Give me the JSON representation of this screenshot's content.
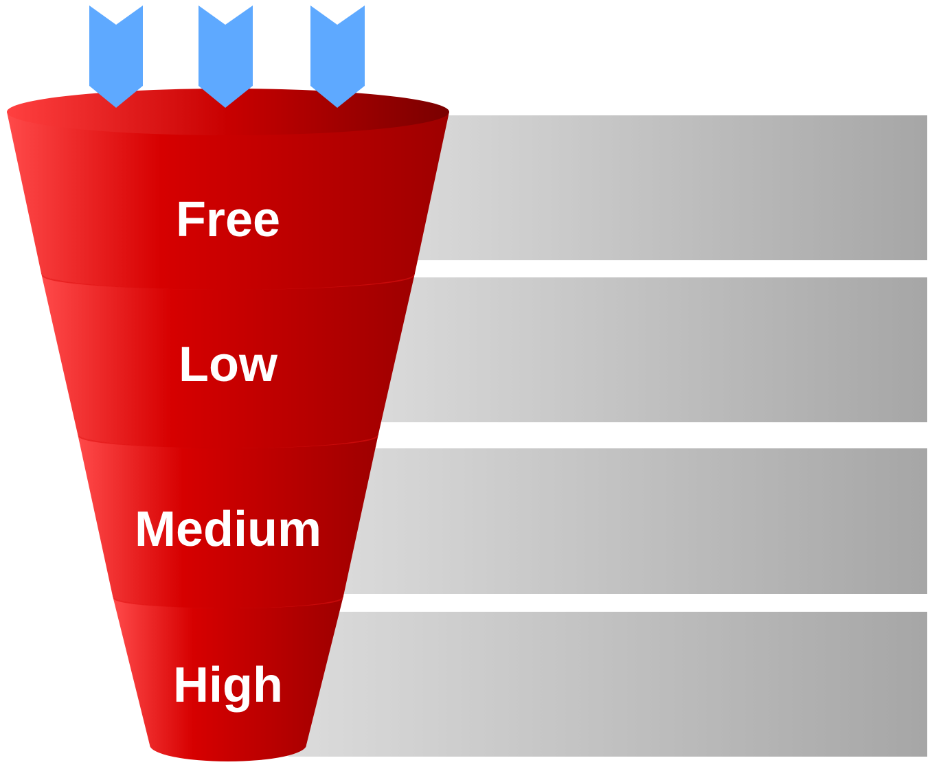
{
  "funnel": {
    "stages": [
      {
        "label": "Free"
      },
      {
        "label": "Low"
      },
      {
        "label": "Medium"
      },
      {
        "label": "High"
      }
    ],
    "input_arrow_count": 3,
    "colors": {
      "funnel_light": "#ff4646",
      "funnel_mid": "#cc0000",
      "funnel_dark": "#880000",
      "arrow": "#5ea9ff",
      "band_light": "#dcdcdc",
      "band_dark": "#a6a6a6"
    }
  }
}
